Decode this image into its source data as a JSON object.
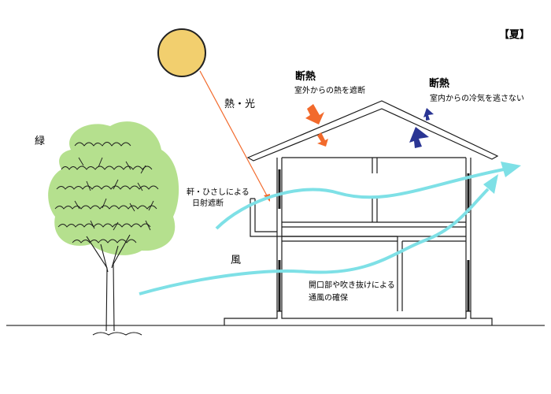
{
  "season_label": "【夏】",
  "labels": {
    "heat_light": "熱・光",
    "green": "緑",
    "wind": "風",
    "eaves": "軒・ひさしによる",
    "eaves2": "日射遮断",
    "insulation_title_left": "断熱",
    "insulation_desc_left": "室外からの熱を遮断",
    "insulation_title_right": "断熱",
    "insulation_desc_right": "室内からの冷気を逃さない",
    "ventilation1": "開口部や吹き抜けによる",
    "ventilation2": "通風の確保"
  },
  "colors": {
    "sun_fill": "#f2cf6e",
    "sun_stroke": "#222222",
    "foliage": "#b5e08e",
    "wind": "#7ee0e6",
    "heat_arrow": "#f26a2c",
    "cool_arrow": "#2a3594",
    "sun_ray": "#f26a2c"
  }
}
